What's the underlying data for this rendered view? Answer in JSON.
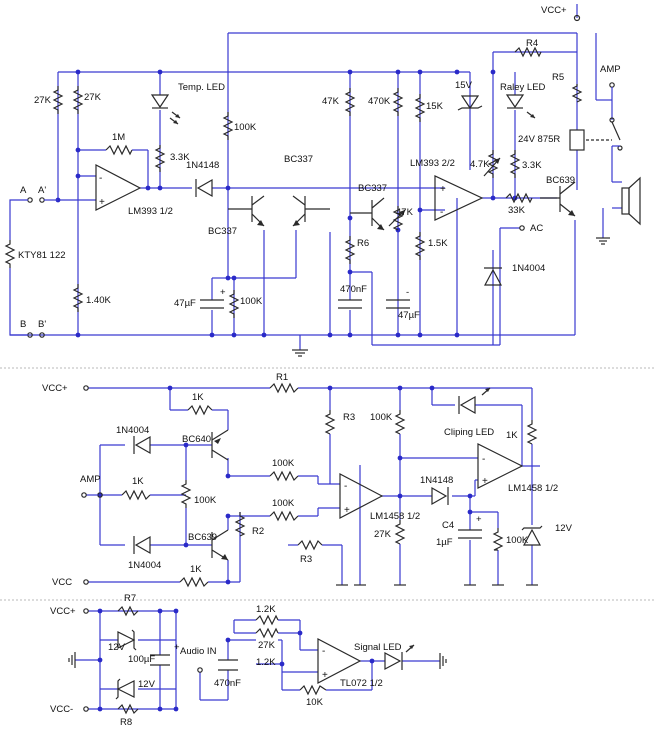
{
  "top": {
    "labels": {
      "vcc": "VCC+",
      "temp_led": "Temp. LED",
      "raley_led": "Raley LED",
      "amp": "AMP",
      "a": "A",
      "a_prime": "A'",
      "b": "B",
      "b_prime": "B'",
      "ac": "AC"
    },
    "parts": {
      "r27k_a": "27K",
      "r27k_b": "27K",
      "r1m": "1M",
      "lm393_1": "LM393 1/2",
      "lm393_2": "LM393 2/2",
      "kty": "KTY81 122",
      "r140k": "1.40K",
      "r3_3k_a": "3.3K",
      "d1n4148": "1N4148",
      "r100k_a": "100K",
      "bc337_a": "BC337",
      "bc337_b": "BC337",
      "bc337_c": "BC337",
      "c47u_a": "47µF",
      "r100k_b": "100K",
      "r47k": "47K",
      "r470k": "470K",
      "r15k": "15K",
      "r6": "R6",
      "c470n": "470nF",
      "r47k_b": "47K",
      "r1_5k": "1.5K",
      "c47u_b": "47µF",
      "z15v": "15V",
      "r4": "R4",
      "r5": "R5",
      "r4_7k": "4.7K",
      "r3_3k_b": "3.3K",
      "relay": "24V 875R",
      "r33k": "33K",
      "bc639": "BC639",
      "d1n4004": "1N4004"
    }
  },
  "bottom": {
    "labels": {
      "vcc_plus": "VCC+",
      "amp": "AMP",
      "vcc": "VCC",
      "cliping_led": "Cliping LED",
      "twelve_v": "12V"
    },
    "parts": {
      "r1": "R1",
      "r1k_a": "1K",
      "d1n4004_a": "1N4004",
      "bc640": "BC640",
      "r1k_b": "1K",
      "r100k_a": "100K",
      "d1n4004_b": "1N4004",
      "bc639": "BC639",
      "r1k_c": "1K",
      "r2": "R2",
      "r100k_b": "100K",
      "r100k_c": "100K",
      "r3a": "R3",
      "r3b": "R3",
      "r100k_d": "100K",
      "lm1458_a": "LM1458 1/2",
      "lm1458_b": "LM1458 1/2",
      "r27k": "27K",
      "d1n4148": "1N4148",
      "c4": "C4",
      "c1u": "1µF",
      "r100k_e": "100K",
      "r1k_d": "1K"
    }
  },
  "supply": {
    "labels": {
      "vcc_plus": "VCC+",
      "vcc_minus": "VCC-",
      "audio_in": "Audio IN",
      "signal_led": "Signal LED"
    },
    "parts": {
      "r7": "R7",
      "r8": "R8",
      "z12v_a": "12V",
      "z12v_b": "12V",
      "c100u": "100µF",
      "r1_2k_a": "1.2K",
      "r27k": "27K",
      "r1_2k_b": "1.2K",
      "c470n": "470nF",
      "tl072": "TL072 1/2",
      "r10k": "10K"
    }
  }
}
